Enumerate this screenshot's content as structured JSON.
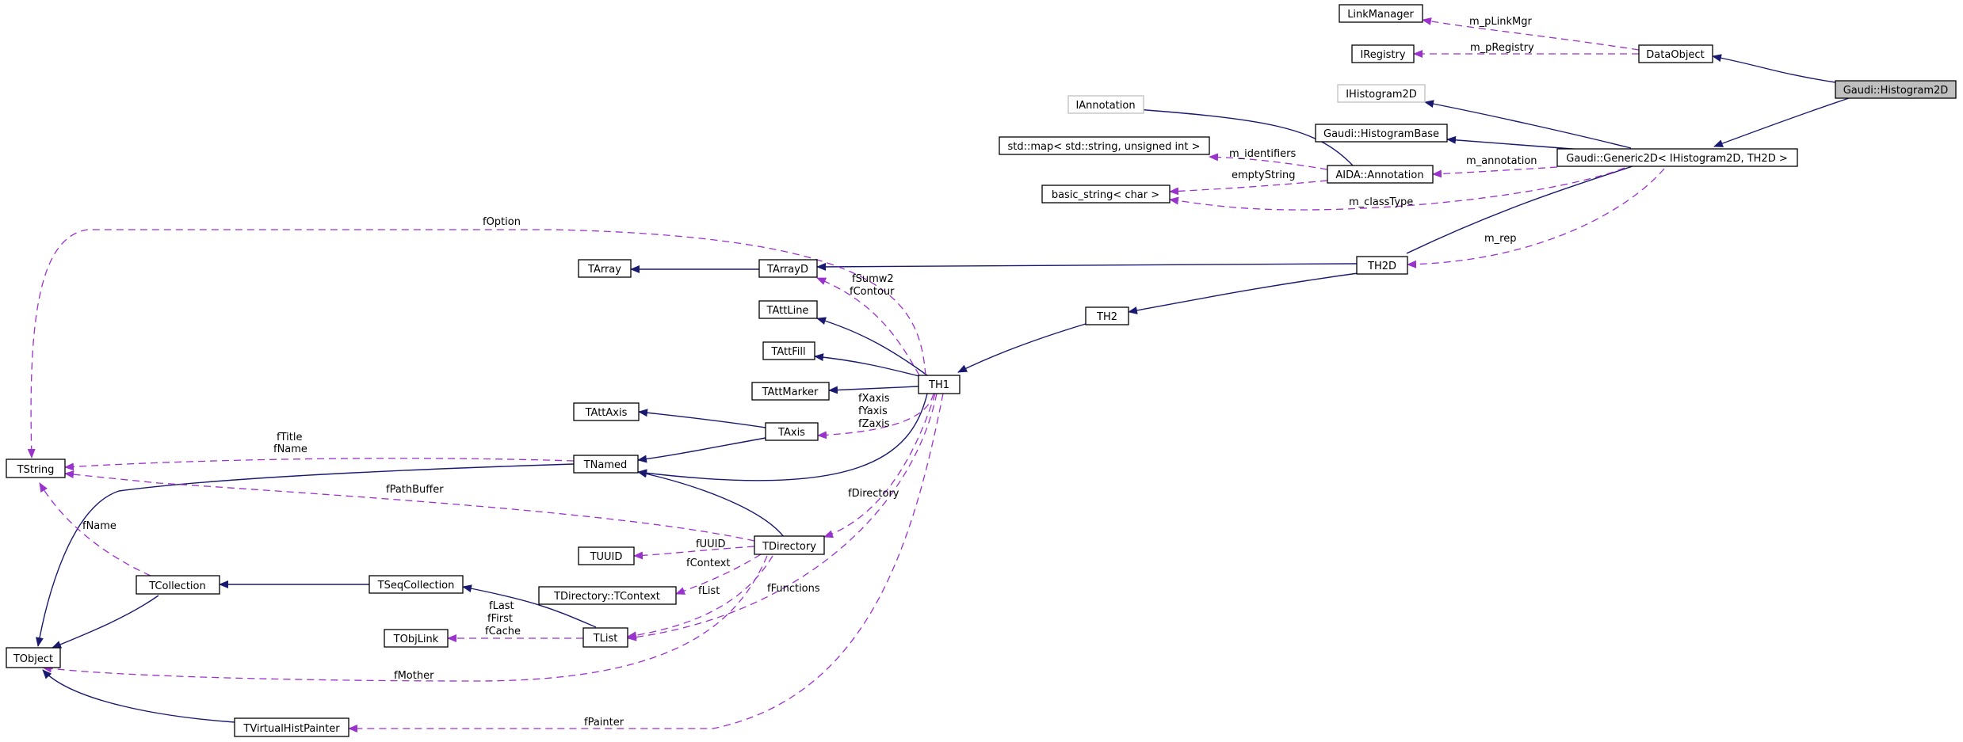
{
  "nodes": {
    "gaudi_histogram2d": "Gaudi::Histogram2D",
    "data_object": "DataObject",
    "link_manager": "LinkManager",
    "iregistry": "IRegistry",
    "ihistogram2d": "IHistogram2D",
    "gaudi_histogram_base": "Gaudi::HistogramBase",
    "gaudi_generic2d": "Gaudi::Generic2D< IHistogram2D, TH2D >",
    "iannotation": "IAnnotation",
    "std_map": "std::map< std::string, unsigned int >",
    "aida_annotation": "AIDA::Annotation",
    "basic_string": "basic_string< char >",
    "th2d": "TH2D",
    "th2": "TH2",
    "th1": "TH1",
    "tarray": "TArray",
    "tarrayd": "TArrayD",
    "tattline": "TAttLine",
    "tattfill": "TAttFill",
    "tattmarker": "TAttMarker",
    "tattaxis": "TAttAxis",
    "taxis": "TAxis",
    "tnamed": "TNamed",
    "tstring": "TString",
    "tdirectory": "TDirectory",
    "tuuid": "TUUID",
    "tdirectory_tcontext": "TDirectory::TContext",
    "tcollection": "TCollection",
    "tseqcollection": "TSeqCollection",
    "tobjlink": "TObjLink",
    "tlist": "TList",
    "tobject": "TObject",
    "tvirtualhistpainter": "TVirtualHistPainter"
  },
  "edge_labels": {
    "m_pLinkMgr": "m_pLinkMgr",
    "m_pRegistry": "m_pRegistry",
    "m_identifiers": "m_identifiers",
    "emptyString": "emptyString",
    "m_annotation": "m_annotation",
    "m_classType": "m_classType",
    "m_rep": "m_rep",
    "fOption": "fOption",
    "fSumw2": "fSumw2",
    "fContour": "fContour",
    "fXaxis": "fXaxis",
    "fYaxis": "fYaxis",
    "fZaxis": "fZaxis",
    "fTitle": "fTitle",
    "fName_named": "fName",
    "fPathBuffer": "fPathBuffer",
    "fDirectory": "fDirectory",
    "fName_coll": "fName",
    "fUUID": "fUUID",
    "fContext": "fContext",
    "fList": "fList",
    "fFunctions": "fFunctions",
    "fLast": "fLast",
    "fFirst": "fFirst",
    "fCache": "fCache",
    "fMother": "fMother",
    "fPainter": "fPainter"
  }
}
